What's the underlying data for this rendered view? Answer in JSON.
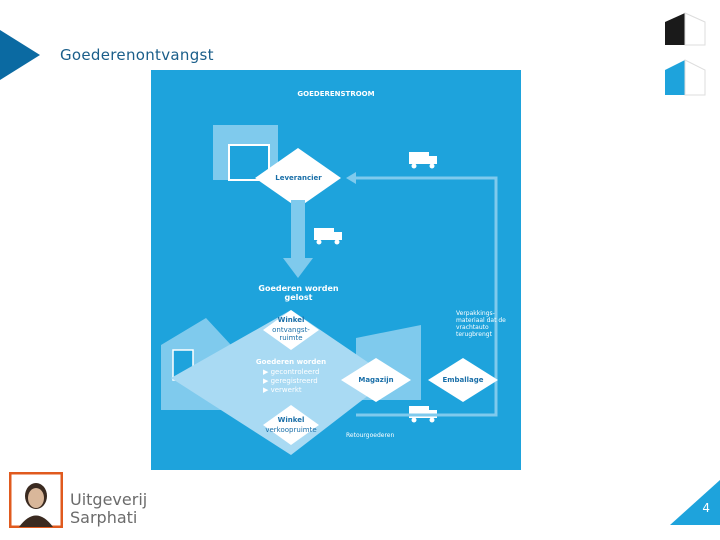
{
  "slide": {
    "title": "Goederenontvangst",
    "page_number": "4"
  },
  "diagram": {
    "title": "GOEDERENSTROOM",
    "supplier": "Leverancier",
    "unloaded": "Goederen worden gelost",
    "store": "Winkel",
    "receiving_room": "ontvangst- ruimte",
    "processed_header": "Goederen worden",
    "steps": [
      "gecontroleerd",
      "geregistreerd",
      "verwerkt"
    ],
    "warehouse": "Magazijn",
    "packaging": "Emballage",
    "sales_room": "verkoopruimte",
    "packaging_note": "Verpakkings- materiaal dat de vrachtauto terugbrengt",
    "returns": "Retourgoederen"
  },
  "logo": {
    "line1": "Uitgeverij",
    "line2": "Sarphati"
  },
  "colors": {
    "title": "#1a5e8a",
    "diagram_bg": "#1ea3dc",
    "accent_dark": "#0b6aa2",
    "logo_orange": "#e05a1e",
    "logo_text": "#6b6b6b"
  }
}
